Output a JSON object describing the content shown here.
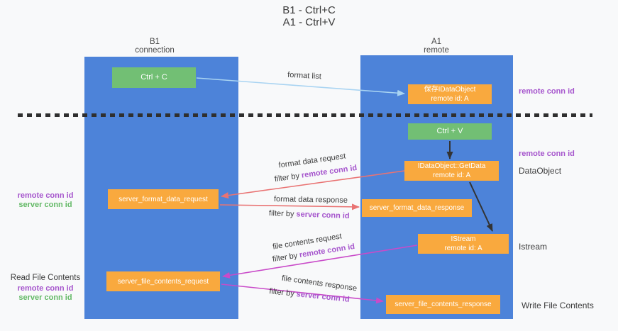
{
  "title": {
    "line1": "B1 - Ctrl+C",
    "line2": "A1 - Ctrl+V"
  },
  "columns": {
    "left": {
      "name": "B1",
      "subtitle": "connection"
    },
    "right": {
      "name": "A1",
      "subtitle": "remote"
    }
  },
  "boxes": {
    "ctrl_c": "Ctrl + C",
    "ctrl_v": "Ctrl + V",
    "save_dataobject": {
      "line1": "保存IDataObject",
      "line2": "remote id: A"
    },
    "getdata": {
      "line1": "IDataObject::GetData",
      "line2": "remote id: A"
    },
    "format_request": "server_format_data_request",
    "format_response": "server_format_data_response",
    "istream": {
      "line1": "IStream",
      "line2": "remote id: A"
    },
    "file_request": "server_file_contents_request",
    "file_response": "server_file_contents_response"
  },
  "arrow_labels": {
    "format_list": "format list",
    "format_request": "format data request",
    "format_request_filter": {
      "prefix": "filter by",
      "key": "remote conn id"
    },
    "format_response": "format data response",
    "format_response_filter": {
      "prefix": "filter by",
      "key": "server conn id"
    },
    "file_request": "file contents request",
    "file_request_filter": {
      "prefix": "filter by",
      "key": "remote conn id"
    },
    "file_response": "file contents response",
    "file_response_filter": {
      "prefix": "filter by",
      "key": "server conn id"
    }
  },
  "side_labels": {
    "right_remote_conn_top": "remote conn id",
    "right_remote_conn_mid": "remote conn id",
    "dataobject": "DataObject",
    "istream": "Istream",
    "write_file_contents": "Write File Contents",
    "left_remote_conn_1": "remote conn id",
    "left_server_conn_1": "server conn id",
    "read_file_contents": "Read File Contents",
    "left_remote_conn_2": "remote conn id",
    "left_server_conn_2": "server conn id"
  },
  "colors": {
    "background": "#f8f9fa",
    "lane_blue": "#4d83d9",
    "box_green": "#72bf74",
    "box_orange": "#f9a93e",
    "arrow_salmon": "#e97373",
    "arrow_magenta": "#c94bc9",
    "arrow_light_blue": "#a9d4f2",
    "arrow_black": "#333333",
    "label_purple": "#a656cd",
    "label_green": "#64b967",
    "text_dark": "#3c3c3c"
  }
}
